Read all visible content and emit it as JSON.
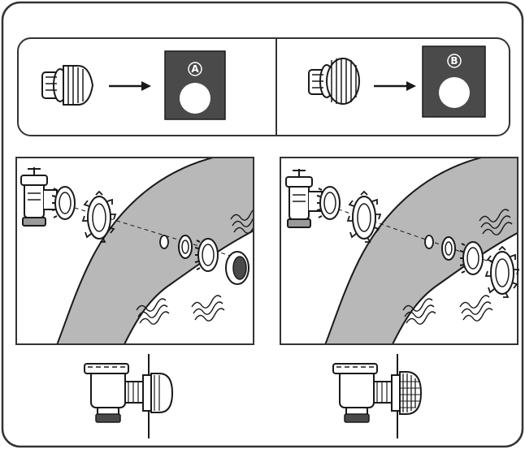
{
  "top_panel": {
    "left": {
      "badge": "A"
    },
    "right": {
      "badge": "B"
    }
  },
  "icons": {
    "fitting_a": "strainer-fitting-icon",
    "fitting_b": "grated-strainer-fitting-icon",
    "arrow": "right-arrow-icon",
    "valve": "plunger-valve-icon",
    "nut": "hex-nut-icon",
    "washer": "flat-washer-icon",
    "pool_wall": "pool-wall-cross-section",
    "water": "water-wave-icon"
  },
  "colors": {
    "line": "#1a1a1a",
    "frame_border": "#333333",
    "wall_fill": "#b8b8b8",
    "dark_square": "#4a4a4a",
    "hole_fill": "#ffffff",
    "part_fill": "#ffffff",
    "part_shade": "#9a9a9a"
  }
}
